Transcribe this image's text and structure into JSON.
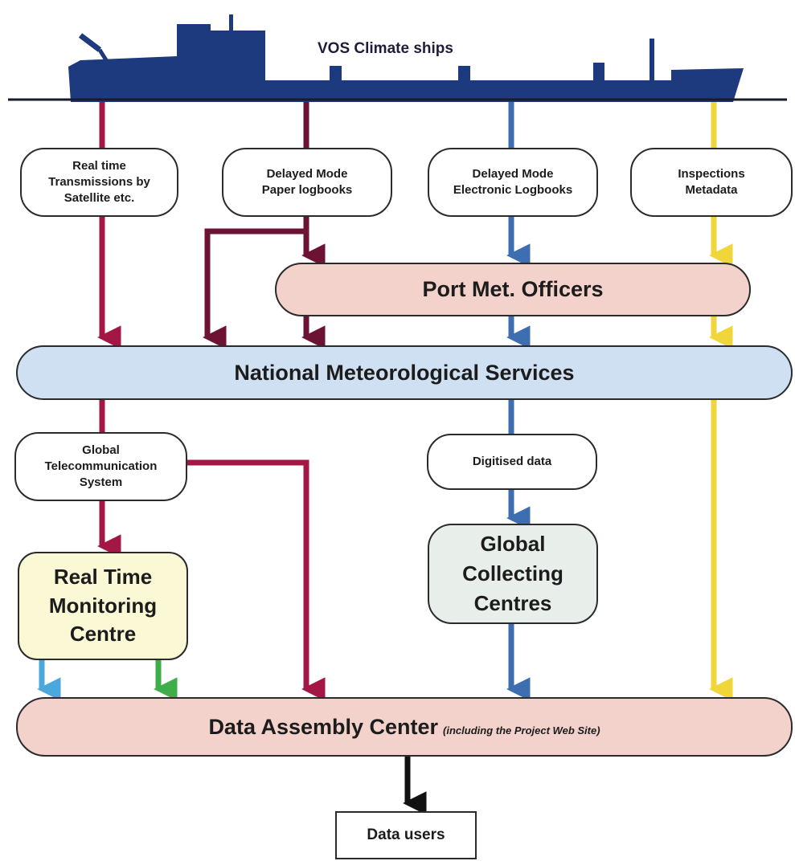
{
  "ship_label": "VOS Climate ships",
  "nodes": {
    "realtime_transmissions": "Real time\nTransmissions by\nSatellite etc.",
    "paper_logbooks": "Delayed Mode\nPaper logbooks",
    "electronic_logbooks": "Delayed Mode\nElectronic Logbooks",
    "inspections": "Inspections\nMetadata",
    "port_met_officers": "Port Met. Officers",
    "nms": "National Meteorological Services",
    "gts": "Global\nTelecommunication\nSystem",
    "digitised": "Digitised data",
    "rtmc": "Real Time\nMonitoring\nCentre",
    "gcc": "Global\nCollecting\nCentres",
    "dac": "Data Assembly Center",
    "dac_sub": "(including the Project Web Site)",
    "data_users": "Data users"
  },
  "colors": {
    "ship": "#1d3a7e",
    "crimson": "#a31745",
    "maroon": "#6b1235",
    "blue": "#3d6fb0",
    "yellow": "#f1d63a",
    "lightblue": "#4aa8dc",
    "green": "#3fae4a",
    "black": "#111111"
  }
}
